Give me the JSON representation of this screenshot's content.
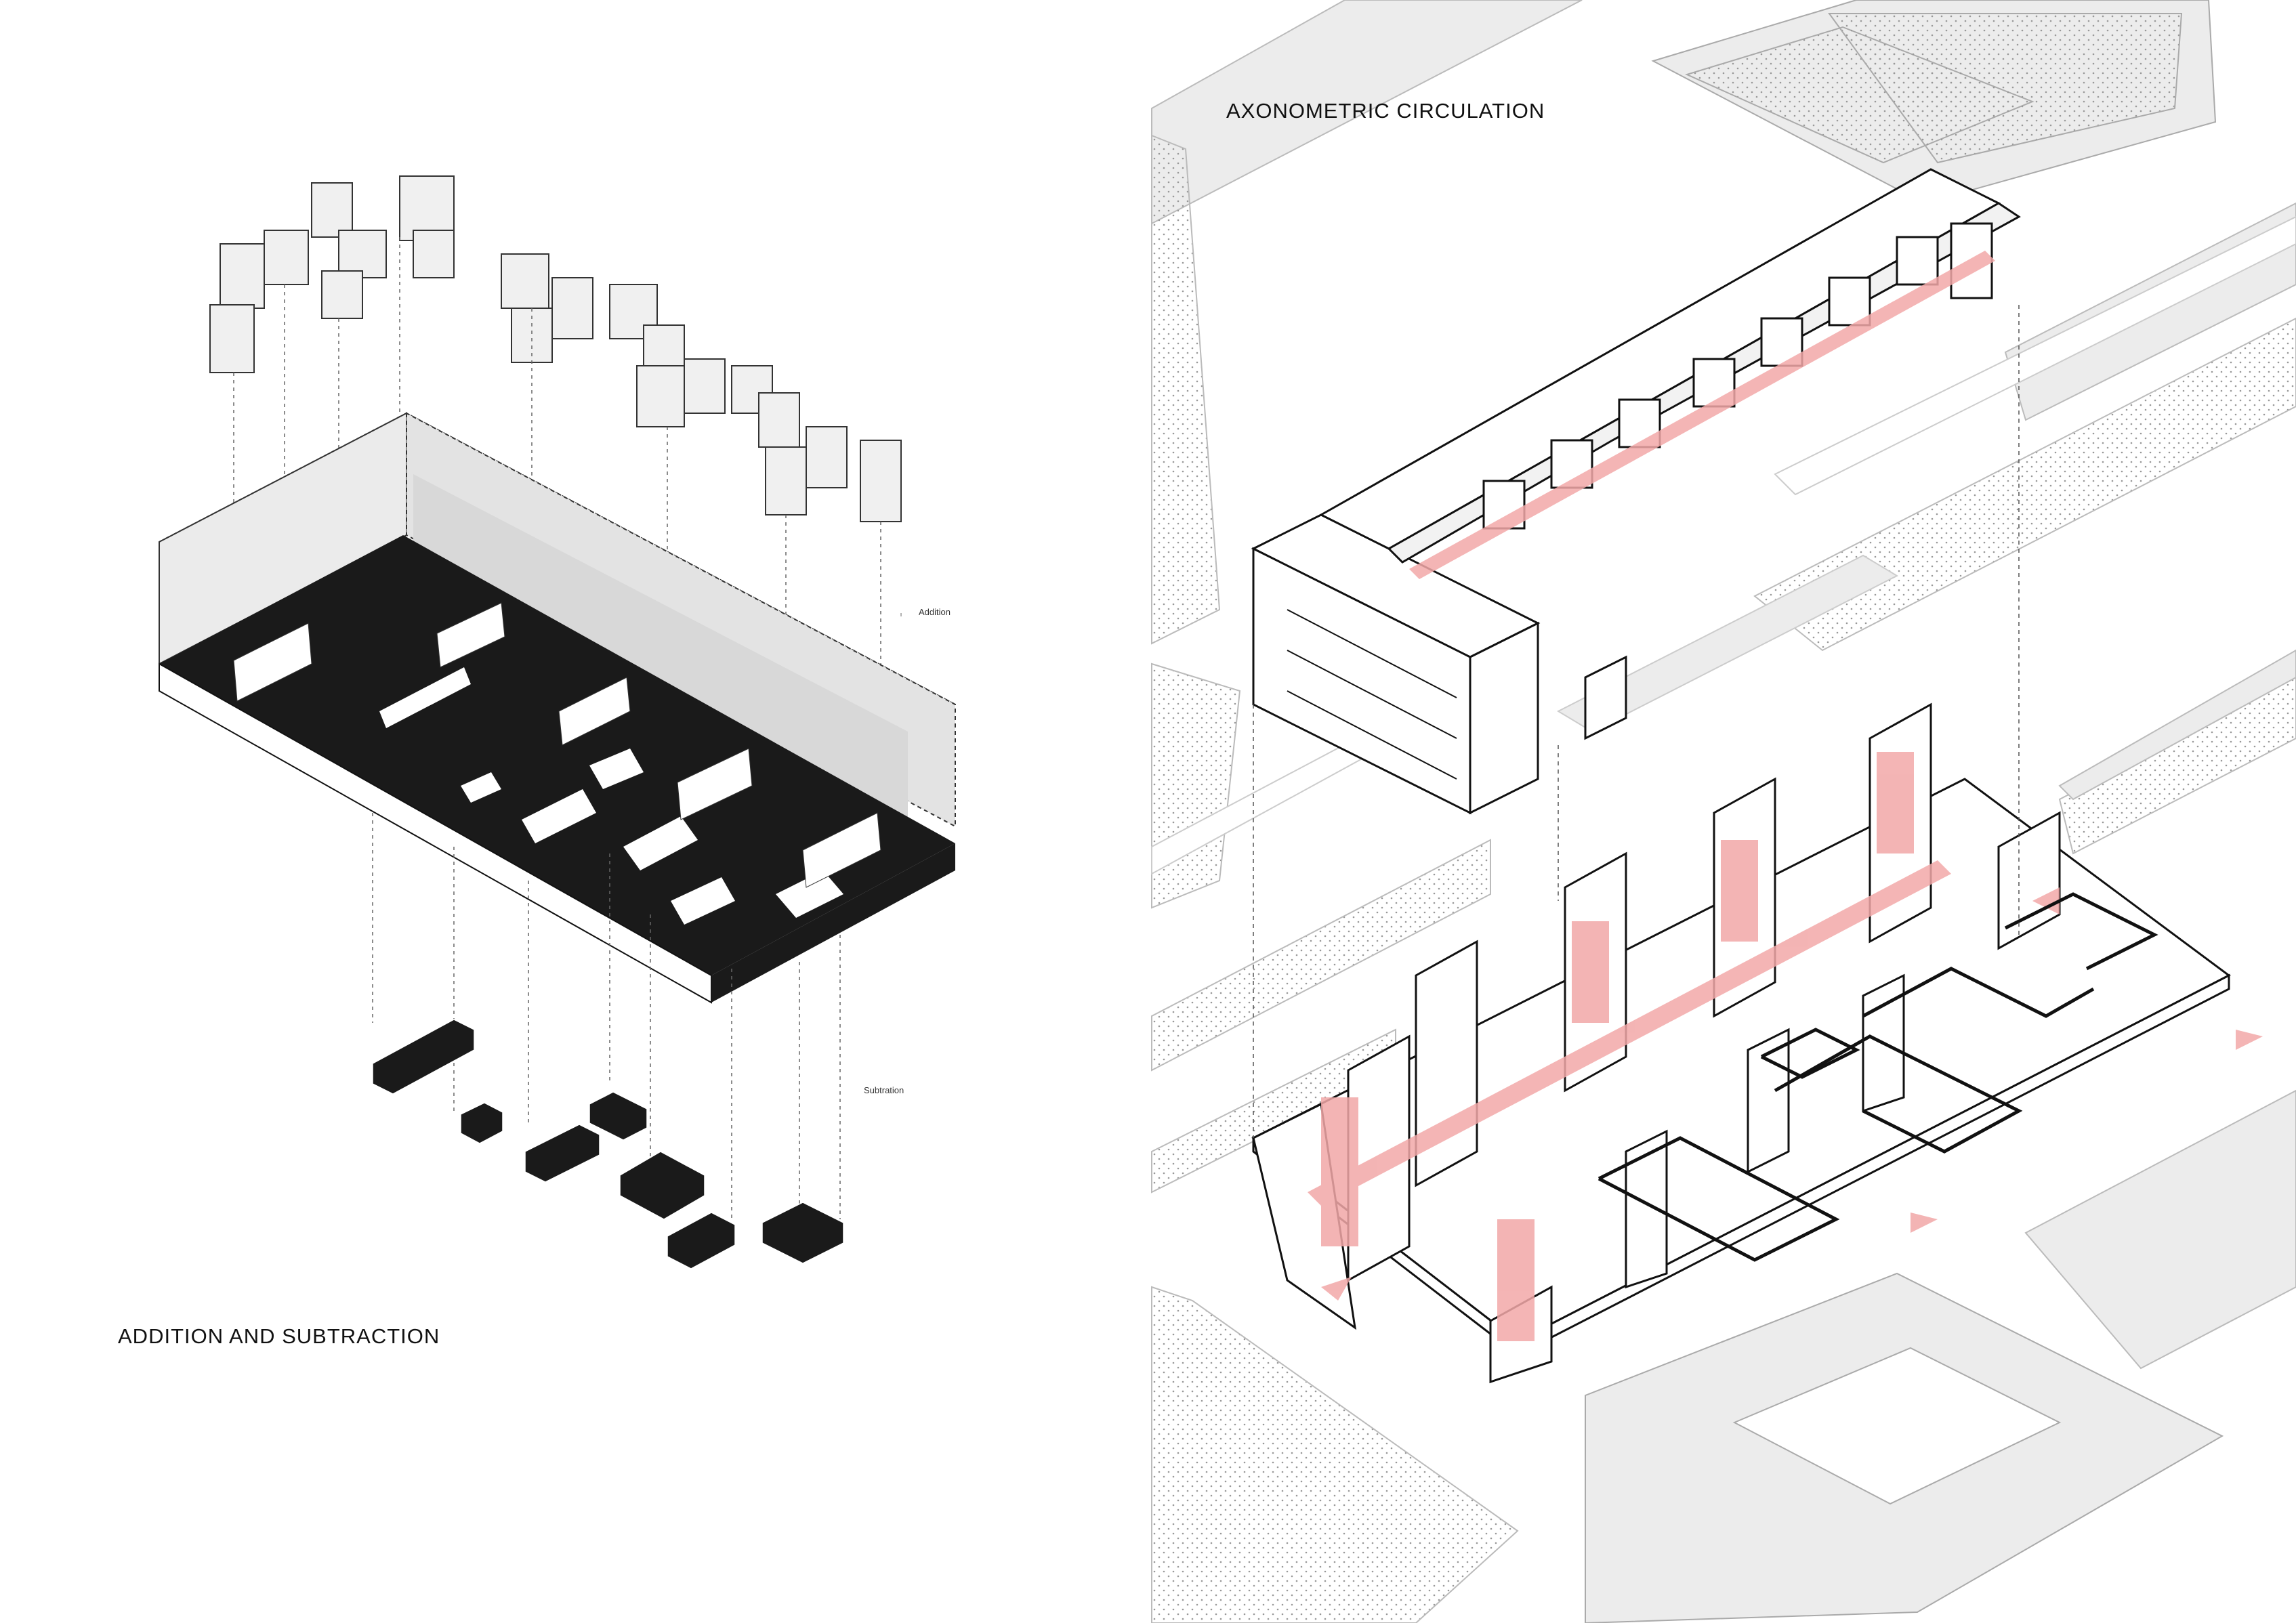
{
  "titles": {
    "left": "ADDITION AND SUBTRACTION",
    "right": "AXONOMETRIC CIRCULATION"
  },
  "labels": {
    "addition": "Addition",
    "subtraction": "Subtration"
  },
  "colors": {
    "circulation": "#f2a8a8",
    "slab": "#1a1a1a",
    "ground": "#ececec",
    "line": "#111111"
  }
}
